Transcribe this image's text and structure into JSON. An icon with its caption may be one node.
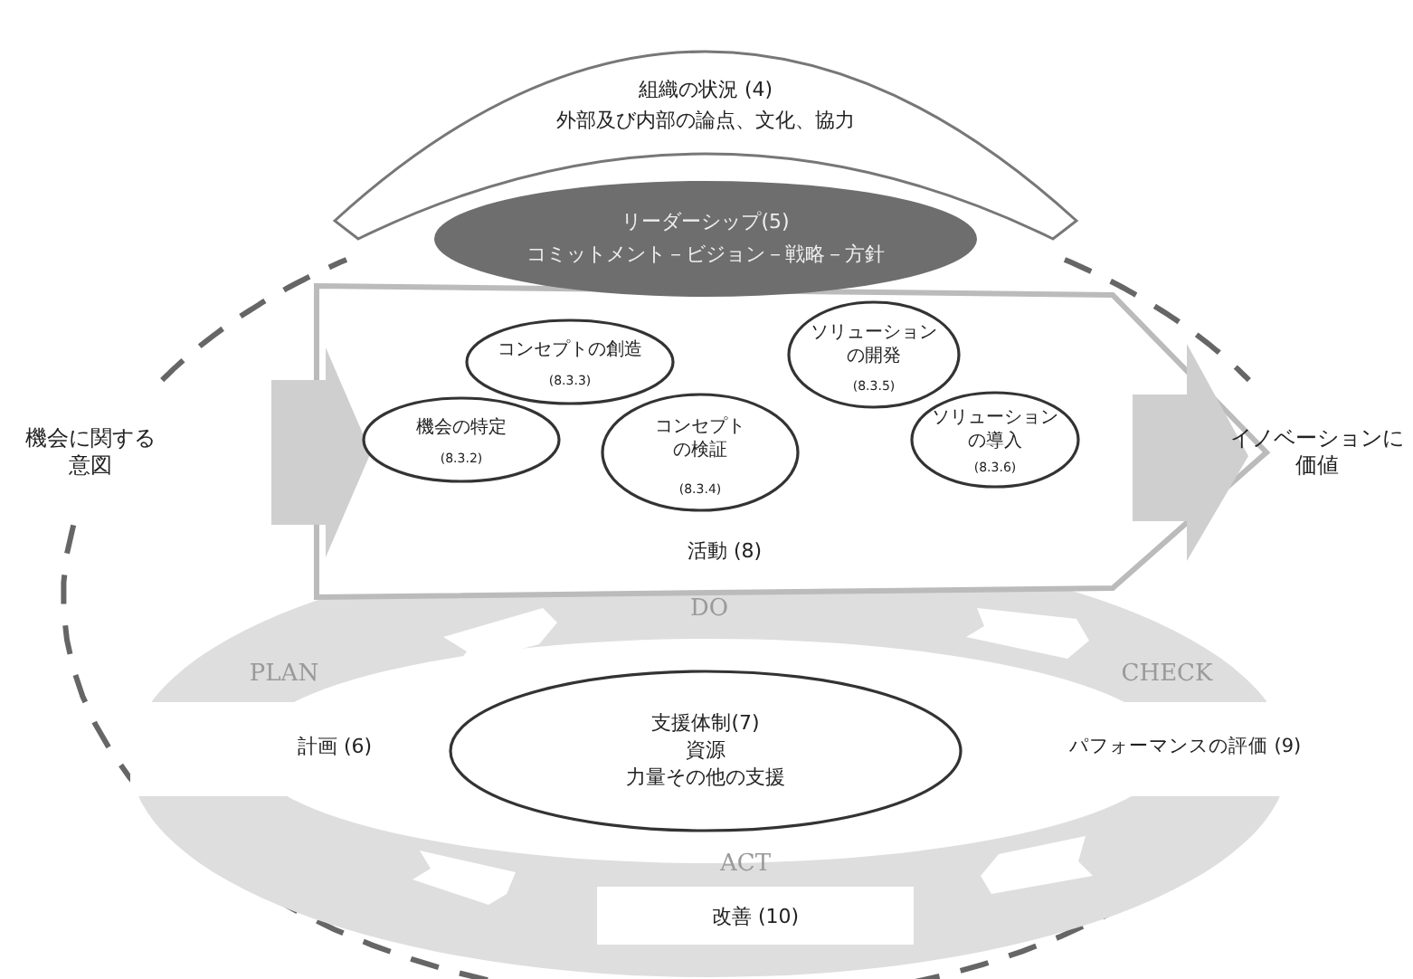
{
  "diagram": {
    "nodes": [
      {
        "text": [
          "組織の状況 (4)",
          "外部及び内部の論点、文化、協力"
        ]
      },
      {
        "text": [
          "リーダーシップ(5)",
          "コミットメント－ビジョン－戦略－方針"
        ]
      },
      {
        "text": [],
        "shape": "arrow"
      },
      {
        "text": [
          "機会の特定",
          "(8.3.2)"
        ],
        "in": 2
      },
      {
        "text": [
          "コンセプトの創造",
          "(8.3.3)"
        ],
        "in": 2
      },
      {
        "text": [
          "コンセプトの検証",
          "(8.3.4)"
        ],
        "in": 2
      },
      {
        "text": [
          "ソリューションの開発",
          "(8.3.5)"
        ],
        "in": 2
      },
      {
        "text": [
          "ソリューションの導入",
          "(8.3.6)"
        ],
        "in": 2
      },
      {
        "text": [
          "活動 (8)"
        ],
        "in": 2
      },
      {
        "text": [
          "DO",
          "PLAN",
          "CHECK",
          "ACT"
        ]
      },
      {
        "text": [
          "支援体制(7)",
          "資源",
          "力量その他の支援"
        ],
        "in": 9
      },
      {
        "text": [
          "改善 (10)"
        ],
        "in": 9
      }
    ],
    "labels": [
      "機会に関する意図",
      "イノベーションに価値",
      "計画 (6)",
      "パフォーマンスの評価 (9)"
    ]
  }
}
